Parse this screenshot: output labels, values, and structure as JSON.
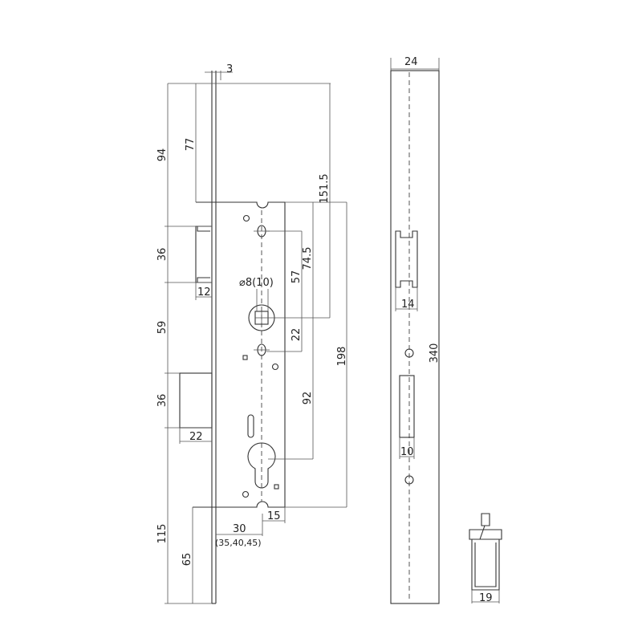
{
  "drawing": {
    "lock_body": {
      "faceplate_thickness": "3",
      "dim_top_to_latch": "94",
      "dim_top_to_body": "77",
      "dim_top_to_spindle": "151.5",
      "dim_body_to_spindle": "74.5",
      "dim_screw_to_spindle": "57",
      "spindle_size": "⌀8(10)",
      "dim_spindle_to_screw": "22",
      "dim_spindle_to_cylinder": "92",
      "dim_body_height": "198",
      "latch_height": "36",
      "latch_projection": "12",
      "dim_latch_to_deadbolt": "59",
      "deadbolt_height": "36",
      "deadbolt_projection": "22",
      "dim_bottom": "115",
      "dim_bottom_body": "65",
      "backset": "30",
      "backset_options": "(35,40,45)",
      "dim_cylinder_to_edge": "15"
    },
    "strike_plate": {
      "width": "24",
      "length": "340",
      "latch_slot_width": "14",
      "deadbolt_slot_width": "10"
    },
    "keeper": {
      "width": "19"
    }
  }
}
